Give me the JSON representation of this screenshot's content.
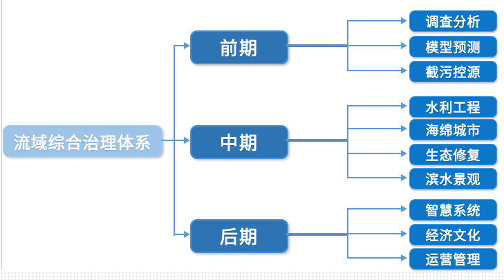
{
  "diagram": {
    "root": {
      "label": "流域综合治理体系"
    },
    "branches": [
      {
        "label": "前期",
        "children": [
          "调查分析",
          "模型预测",
          "截污控源"
        ]
      },
      {
        "label": "中期",
        "children": [
          "水利工程",
          "海绵城市",
          "生态修复",
          "滨水景观"
        ]
      },
      {
        "label": "后期",
        "children": [
          "智慧系统",
          "经济文化",
          "运营管理"
        ]
      }
    ]
  },
  "colors": {
    "root_fill": "#9dc3e6",
    "stage_fill": "#2e74b5",
    "leaf_fill": "#0d76c8",
    "connector": "#5b9bd5"
  }
}
